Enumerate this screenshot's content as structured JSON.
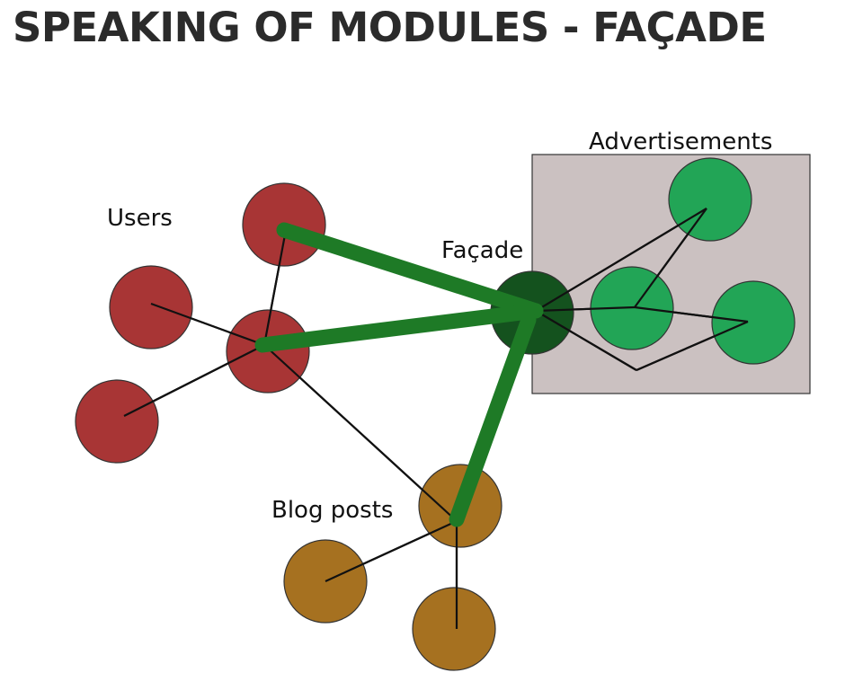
{
  "title": "SPEAKING OF MODULES - FAÇADE",
  "labels": {
    "users": "Users",
    "facade": "Façade",
    "advertisements": "Advertisements",
    "blog_posts": "Blog posts"
  },
  "colors": {
    "users": "#a83535",
    "facade": "#14521e",
    "advertisements": "#22a556",
    "blog_posts": "#a67120",
    "facade_link": "#1e7a26",
    "group_box": "#cbc1c1"
  }
}
